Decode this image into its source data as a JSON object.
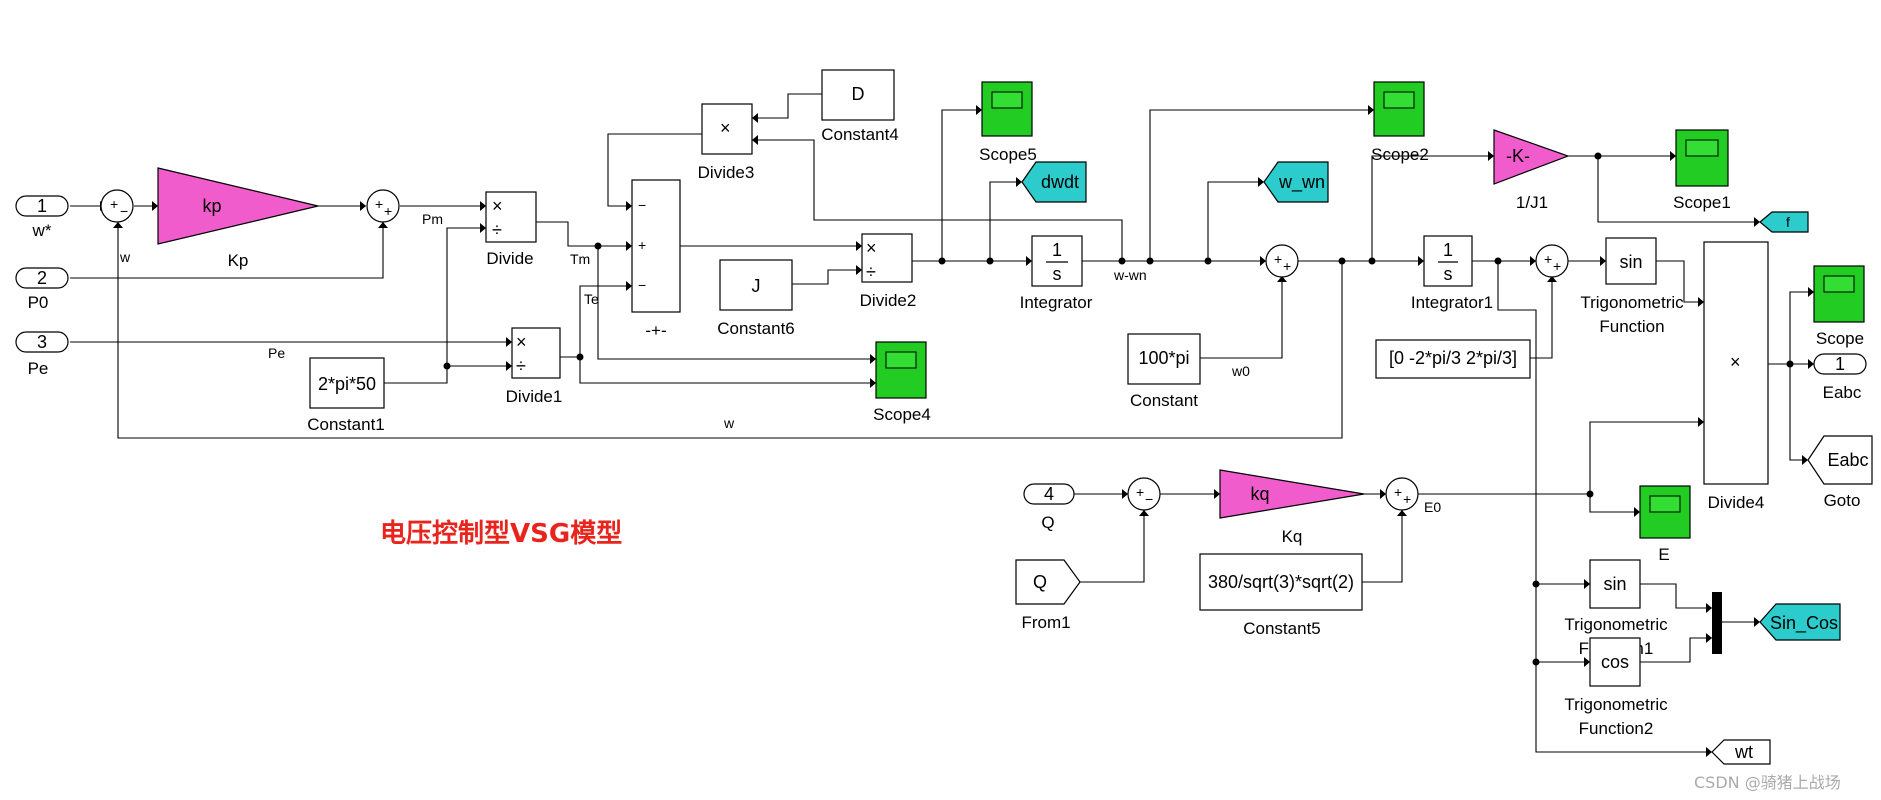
{
  "ports_in": [
    {
      "num": "1",
      "name": "w*"
    },
    {
      "num": "2",
      "name": "P0"
    },
    {
      "num": "3",
      "name": "Pe"
    },
    {
      "num": "4",
      "name": "Q"
    }
  ],
  "port_out": {
    "num": "1",
    "name": "Eabc"
  },
  "gains": {
    "kp": {
      "text": "kp",
      "name": "Kp"
    },
    "kq": {
      "text": "kq",
      "name": "Kq"
    },
    "j1": {
      "text": "-K-",
      "name": "1/J1"
    }
  },
  "constants": {
    "d": {
      "value": "D",
      "name": "Constant4"
    },
    "j": {
      "value": "J",
      "name": "Constant6"
    },
    "c1": {
      "value": "2*pi*50",
      "name": "Constant1"
    },
    "w0": {
      "value": "100*pi",
      "name": "Constant"
    },
    "phase": {
      "value": "[0 -2*pi/3 2*pi/3]"
    },
    "e": {
      "value": "380/sqrt(3)*sqrt(2)",
      "name": "Constant5"
    }
  },
  "blocks": {
    "divide": "Divide",
    "divide1": "Divide1",
    "divide2": "Divide2",
    "divide3": "Divide3",
    "divide4": "Divide4",
    "sum_pm": "-+-",
    "integrator": "Integrator",
    "integrator1": "Integrator1",
    "trig_name": "Trigonometric",
    "trig_fn": "Function",
    "trig1_line2": "Function1",
    "trig2_line2": "Function2",
    "sin": "sin",
    "cos": "cos",
    "goto": "Goto",
    "from1": "From1",
    "times": "×",
    "divsym": "÷",
    "int_num": "1",
    "int_den": "s"
  },
  "scopes": [
    "Scope5",
    "Scope2",
    "Scope1",
    "Scope",
    "Scope4",
    "E"
  ],
  "tags": {
    "dwdt": "dwdt",
    "w_wn": "w_wn",
    "f": "f",
    "eabc": "Eabc",
    "sin_cos": "Sin_Cos",
    "wt": "wt",
    "q": "Q"
  },
  "signals": {
    "w": "w",
    "pm": "Pm",
    "pe": "Pe",
    "tm": "Tm",
    "te": "Te",
    "w_wn": "w-wn",
    "w0": "w0",
    "e0": "E0"
  },
  "title": "电压控制型VSG模型",
  "watermark": "CSDN @骑猪上战场"
}
